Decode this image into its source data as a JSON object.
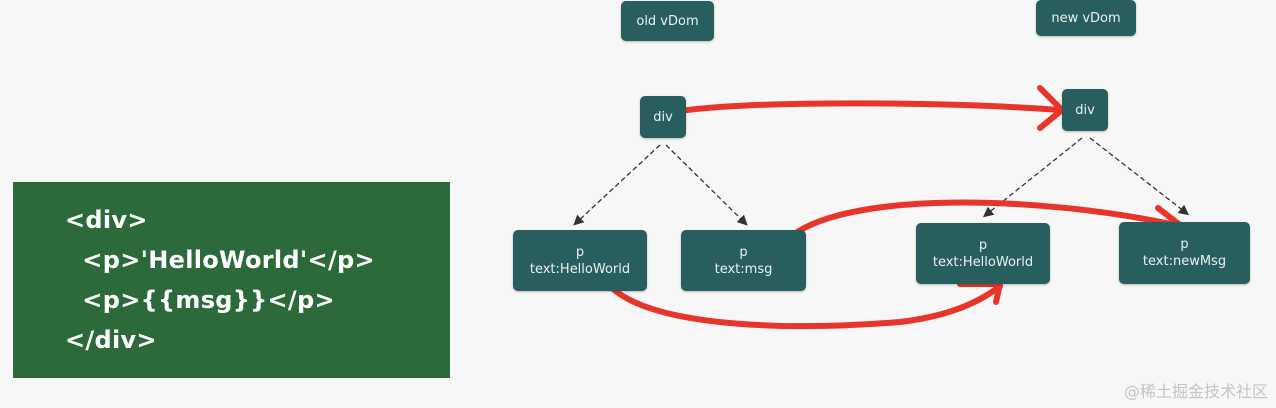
{
  "code": {
    "lines": [
      "<div>",
      "  <p>'HelloWorld'</p>",
      "  <p>{{msg}}</p>",
      "</div>"
    ]
  },
  "nodes": {
    "old_root_label": "old vDom",
    "new_root_label": "new vDom",
    "old_div": "div",
    "new_div": "div",
    "old_p1": {
      "tag": "p",
      "text": "text:HelloWorld"
    },
    "old_p2": {
      "tag": "p",
      "text": "text:msg"
    },
    "new_p1": {
      "tag": "p",
      "text": "text:HelloWorld"
    },
    "new_p2": {
      "tag": "p",
      "text": "text:newMsg"
    }
  },
  "colors": {
    "node_bg": "#295e5e",
    "code_bg": "#2c6a3c",
    "arrow_red": "#e8352b",
    "dashed": "#333333"
  },
  "watermark": "@稀土掘金技术社区"
}
